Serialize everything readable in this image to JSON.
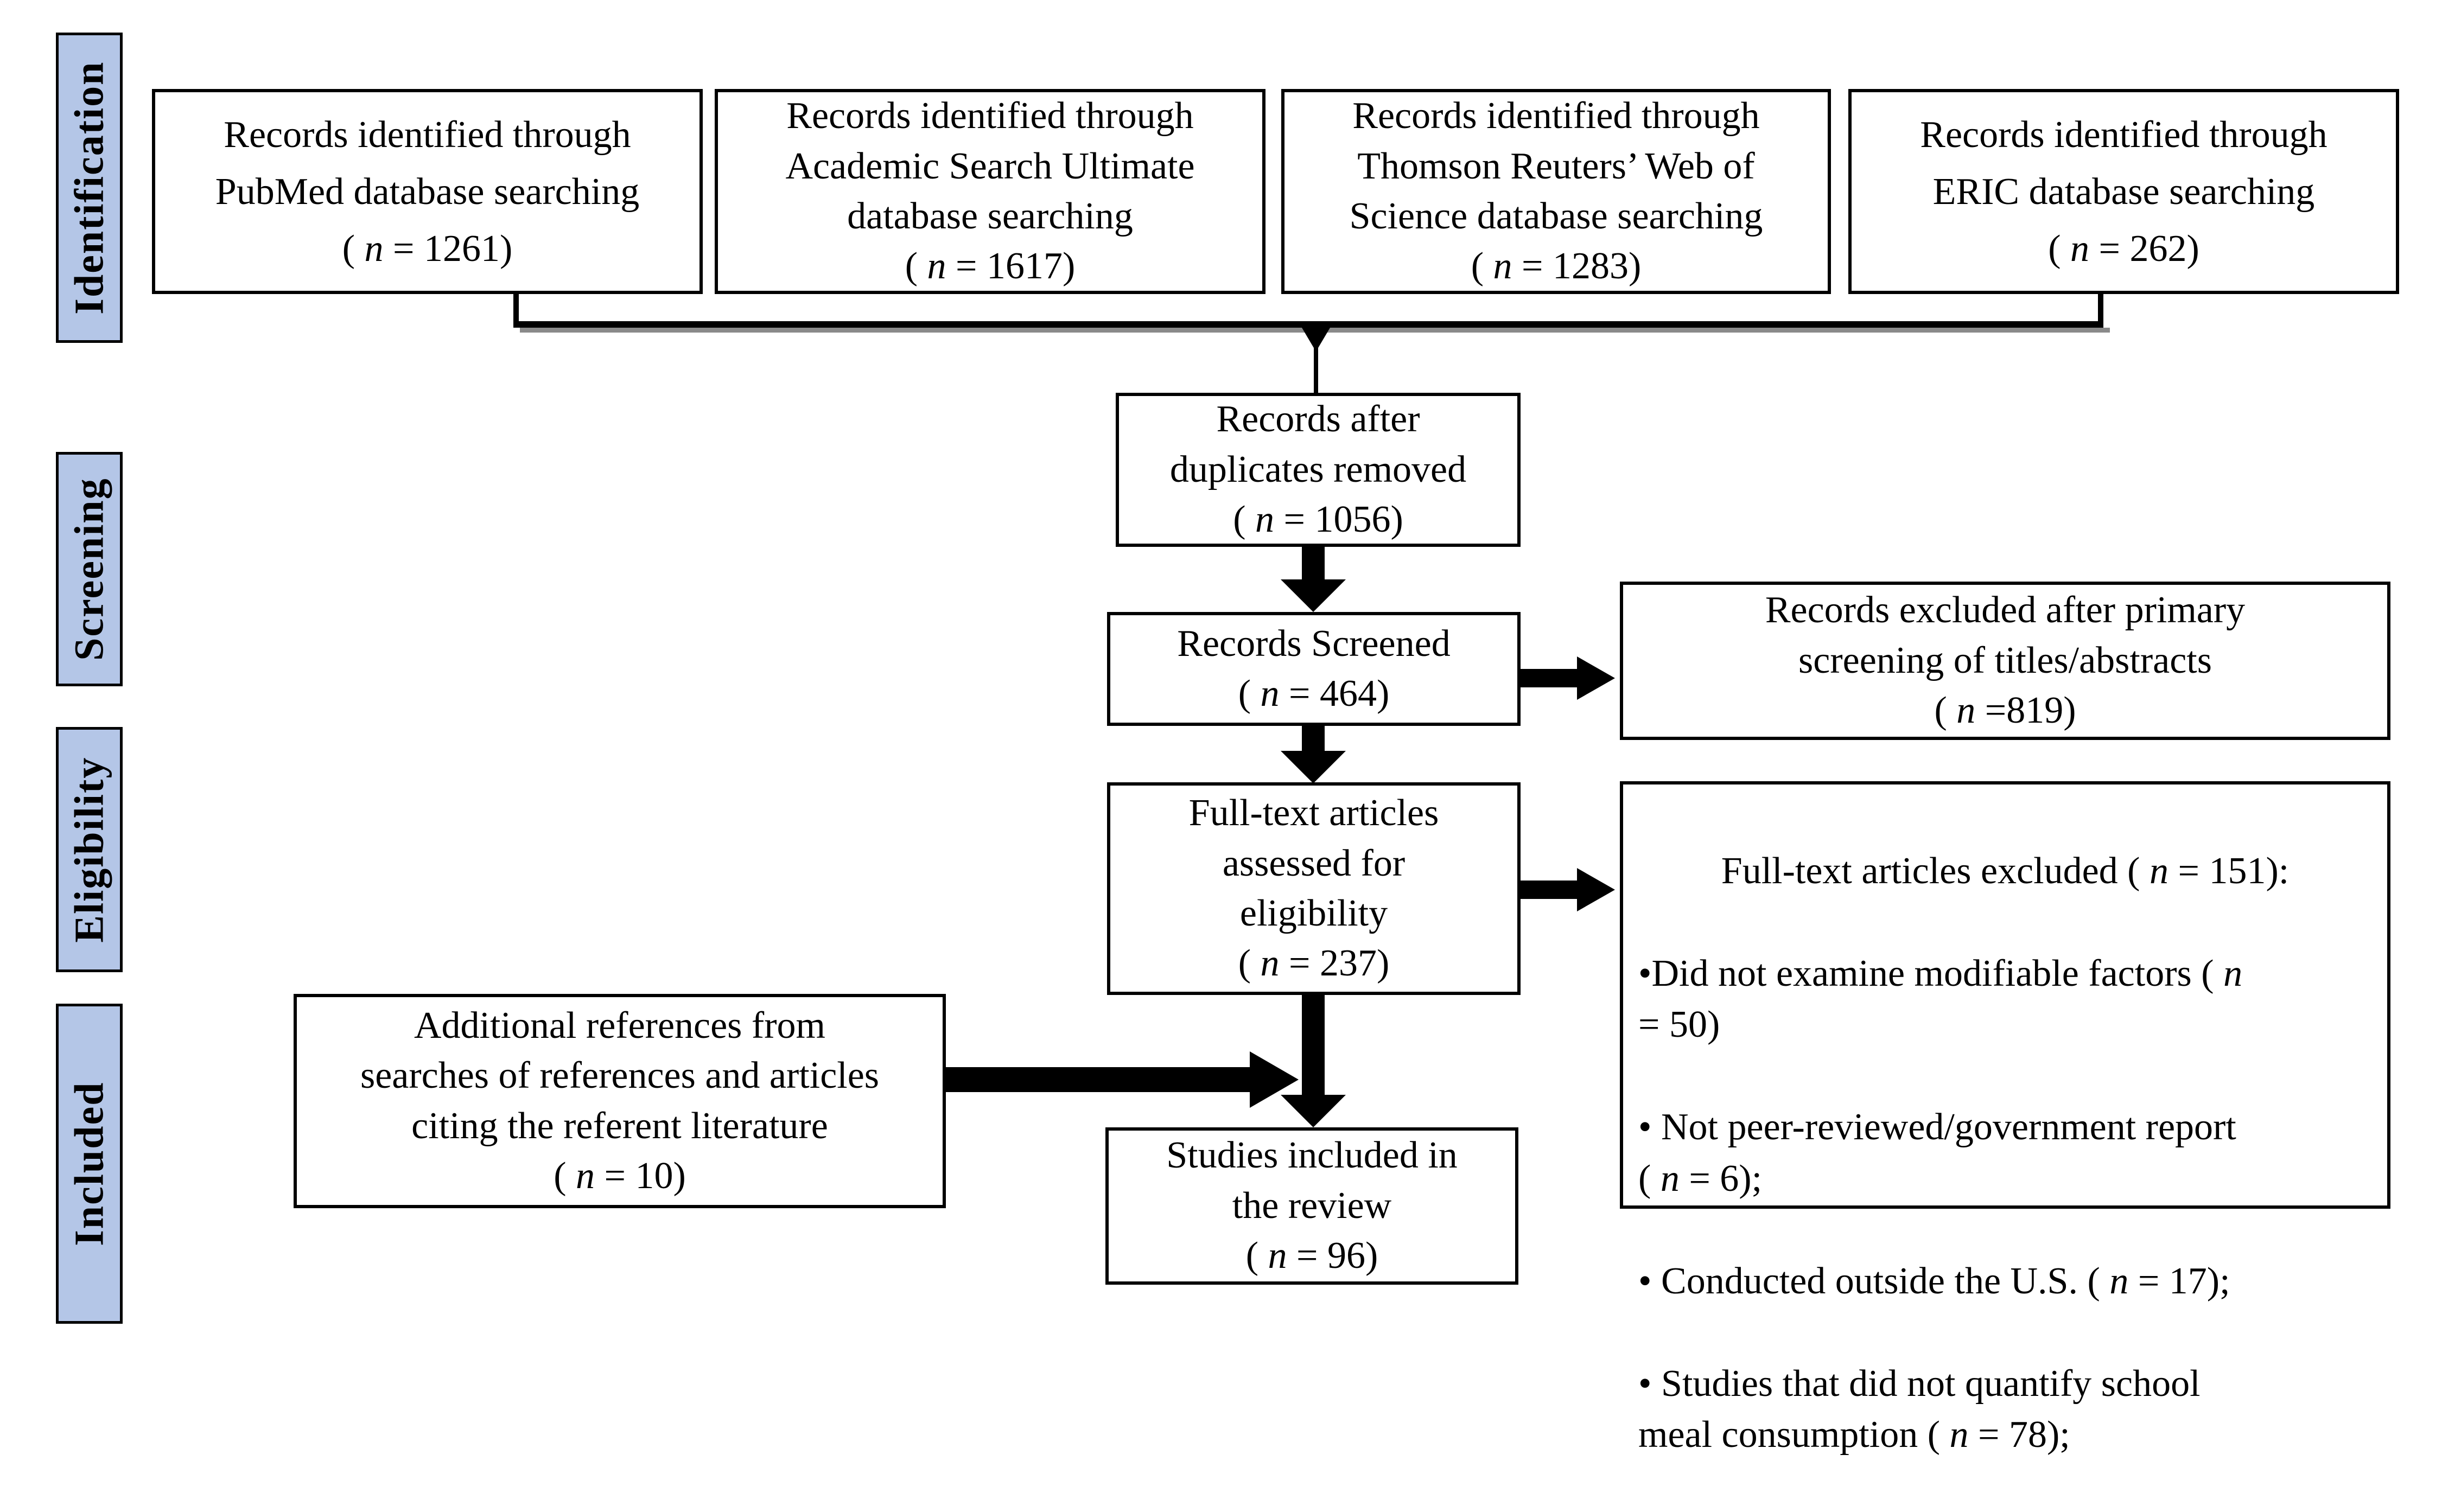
{
  "colors": {
    "background": "#ffffff",
    "stage_fill": "#b4c6e7",
    "stage_border": "#000000",
    "box_border": "#000000",
    "box_fill": "#ffffff",
    "arrow": "#000000",
    "bracket_shadow": "#8a8a8a",
    "text": "#000000"
  },
  "stages": [
    {
      "label": "Identification"
    },
    {
      "label": "Screening"
    },
    {
      "label": "Eligibility"
    },
    {
      "label": "Included"
    }
  ],
  "boxes": {
    "pubmed": "Records identified through\nPubMed database searching\n( n = 1261)",
    "academic_search": "Records identified through\nAcademic Search Ultimate\ndatabase searching\n( n = 1617)",
    "web_of_science": "Records identified through\nThomson Reuters’ Web of\nScience database searching\n( n = 1283)",
    "eric": "Records identified through\nERIC database searching\n( n = 262)",
    "duplicates_removed": "Records after\nduplicates removed\n( n = 1056)",
    "records_screened": "Records Screened\n( n = 464)",
    "excluded_primary": "Records excluded after primary\nscreening of titles/abstracts\n( n =819)",
    "fulltext_assessed": "Full-text articles\nassessed for\neligibility\n( n = 237)",
    "additional_references": "Additional references from\nsearches of references and articles\nciting the referent literature\n( n = 10)",
    "studies_included": "Studies included in\nthe review\n( n = 96)",
    "fulltext_excluded": {
      "title": "Full-text articles excluded ( n = 151):",
      "bullets": [
        "•Did not examine modifiable factors ( n\n= 50)",
        "• Not peer-reviewed/government report\n( n = 6);",
        "• Conducted outside the U.S. ( n = 17);",
        "• Studies that did not quantify school\nmeal consumption ( n = 78);"
      ]
    }
  }
}
